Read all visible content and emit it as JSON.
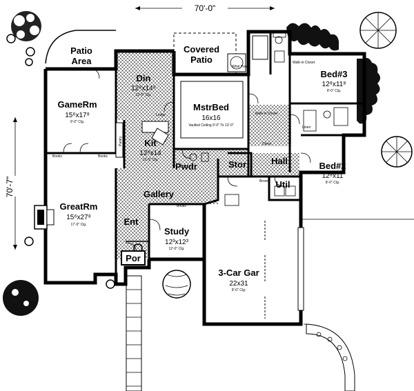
{
  "dimensions": {
    "width": "70'-0\"",
    "depth": "70'-7\""
  },
  "rooms": {
    "patio": {
      "label": "Patio\nArea"
    },
    "covered": {
      "label": "Covered\nPatio"
    },
    "gamerm": {
      "label": "GameRm",
      "dim": "15⁶x17⁸",
      "ceiling": "9'-0\" Clg."
    },
    "din": {
      "label": "Din",
      "dim": "12⁸x14⁸",
      "ceiling": "12'-0\" Clg."
    },
    "mstr": {
      "label": "MstrBed",
      "dim": "16x16",
      "ceiling": "Vaulted Ceiling 9'-0\" To 12'-0\""
    },
    "bed3": {
      "label": "Bed#3",
      "dim": "12⁸x11⁸",
      "ceiling": "8'-0\" Clg."
    },
    "bed2": {
      "label": "Bed#2",
      "dim": "12⁸x11",
      "ceiling": "8'-0\" Clg."
    },
    "kit": {
      "label": "Kit",
      "dim": "12⁸x14",
      "ceiling": "12'-0\" Clg."
    },
    "pwdr": {
      "label": "Pwdr"
    },
    "stor": {
      "label": "Stor"
    },
    "hall": {
      "label": "Hall"
    },
    "util": {
      "label": "Util"
    },
    "gallery": {
      "label": "Gallery"
    },
    "great": {
      "label": "GreatRm",
      "dim": "15⁶x27⁸",
      "ceiling": "17'-0\" Clg."
    },
    "ent": {
      "label": "Ent"
    },
    "study": {
      "label": "Study",
      "dim": "12³x12³",
      "ceiling": "12'-0\" Clg."
    },
    "garage": {
      "label": "3-Car Gar",
      "dim": "22x31",
      "ceiling": "8'-0\" Clg."
    },
    "por": {
      "label": "Por"
    }
  },
  "notes": {
    "books": "Books",
    "pantry": "Pantry",
    "walkin": "Walk-in Closet",
    "linen": "Linen",
    "broom": "Broom",
    "chest": "Chest",
    "ledge": "Ledge",
    "whirlpool": "Whirl Pool"
  }
}
